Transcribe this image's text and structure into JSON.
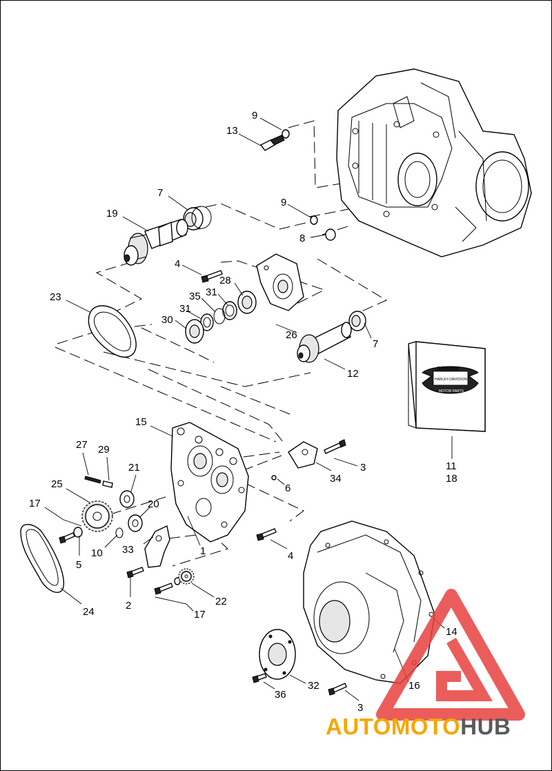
{
  "diagram": {
    "callouts": {
      "c1": "1",
      "c2": "2",
      "c3a": "3",
      "c3b": "3",
      "c4a": "4",
      "c4b": "4",
      "c5": "5",
      "c6": "6",
      "c7a": "7",
      "c7b": "7",
      "c8": "8",
      "c9a": "9",
      "c9b": "9",
      "c10": "10",
      "c11": "11",
      "c12": "12",
      "c13": "13",
      "c14": "14",
      "c15": "15",
      "c16": "16",
      "c17a": "17",
      "c17b": "17",
      "c18": "18",
      "c19": "19",
      "c20": "20",
      "c21": "21",
      "c22": "22",
      "c23": "23",
      "c24": "24",
      "c25": "25",
      "c26": "26",
      "c27": "27",
      "c28": "28",
      "c29": "29",
      "c30": "30",
      "c31a": "31",
      "c31b": "31",
      "c32": "32",
      "c33": "33",
      "c34": "34",
      "c35": "35",
      "c36": "36"
    }
  },
  "genuine_parts_box": {
    "logo_top": "GENUINE",
    "logo_middle": "HARLEY-DAVIDSON",
    "logo_bottom": "MOTOR PARTS"
  },
  "watermark": {
    "brand_part1": "AUTO",
    "brand_part2": "MOTO",
    "brand_part3": "HUB",
    "colors": {
      "triangle": "#e8413f",
      "accent": "#f6a700",
      "dark": "#5a5a5a"
    }
  }
}
